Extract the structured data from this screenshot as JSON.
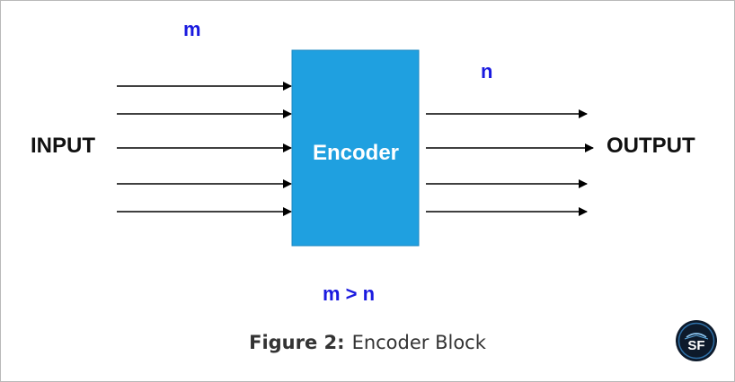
{
  "labels": {
    "m": "m",
    "n": "n",
    "input": "INPUT",
    "output": "OUTPUT",
    "block": "Encoder",
    "condition": "m > n"
  },
  "caption": {
    "figure": "Figure 2:",
    "text": "Encoder Block"
  },
  "logo": {
    "text": "SF"
  },
  "colors": {
    "block_fill": "#1fa0e0",
    "label_blue": "#1a1adf",
    "arrow": "#000000"
  }
}
